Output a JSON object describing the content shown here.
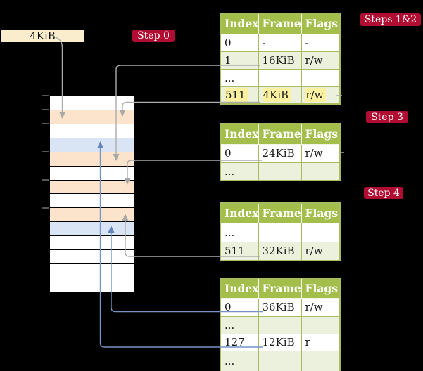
{
  "page_box": {
    "label": "4KiB"
  },
  "badges": {
    "step0": "Step 0",
    "steps12": "Steps 1&2",
    "step3": "Step 3",
    "step4": "Step 4"
  },
  "tables": [
    {
      "headers": [
        "Index",
        "Frame",
        "Flags"
      ],
      "rows": [
        {
          "index": "0",
          "frame": "-",
          "flags": "-"
        },
        {
          "index": "1",
          "frame": "16KiB",
          "flags": "r/w"
        },
        {
          "index": "...",
          "frame": "",
          "flags": ""
        },
        {
          "index": "511",
          "frame": "4KiB",
          "flags": "r/w"
        }
      ]
    },
    {
      "headers": [
        "Index",
        "Frame",
        "Flags"
      ],
      "rows": [
        {
          "index": "0",
          "frame": "24KiB",
          "flags": "r/w"
        },
        {
          "index": "...",
          "frame": "",
          "flags": ""
        }
      ]
    },
    {
      "headers": [
        "Index",
        "Frame",
        "Flags"
      ],
      "rows": [
        {
          "index": "...",
          "frame": "",
          "flags": ""
        },
        {
          "index": "511",
          "frame": "32KiB",
          "flags": "r/w"
        }
      ]
    },
    {
      "headers": [
        "Index",
        "Frame",
        "Flags"
      ],
      "rows": [
        {
          "index": "0",
          "frame": "36KiB",
          "flags": "r/w"
        },
        {
          "index": "...",
          "frame": "",
          "flags": ""
        },
        {
          "index": "127",
          "frame": "12KiB",
          "flags": "r"
        },
        {
          "index": "...",
          "frame": "",
          "flags": ""
        }
      ]
    }
  ],
  "stack": {
    "row_colors": [
      "white",
      "peach",
      "white",
      "blue",
      "peach",
      "white",
      "peach",
      "white",
      "peach",
      "blue",
      "white",
      "white",
      "white",
      "white"
    ]
  },
  "colors": {
    "background": "#000000",
    "badge_crimson": "#B10D33",
    "table_header_green": "#A3BE4A",
    "table_row_tint": "#EBF1DC",
    "table_border_olive": "#A7BB5F",
    "highlight_yellow": "#FBF1A0",
    "page_box_cream": "#FAEDCE",
    "stack_white": "#FFFFFF",
    "stack_peach": "#FCE4CC",
    "stack_blue": "#D9E5F5",
    "gray_arrow": "#ACACAC",
    "blue_arrow": "#7593C5"
  }
}
